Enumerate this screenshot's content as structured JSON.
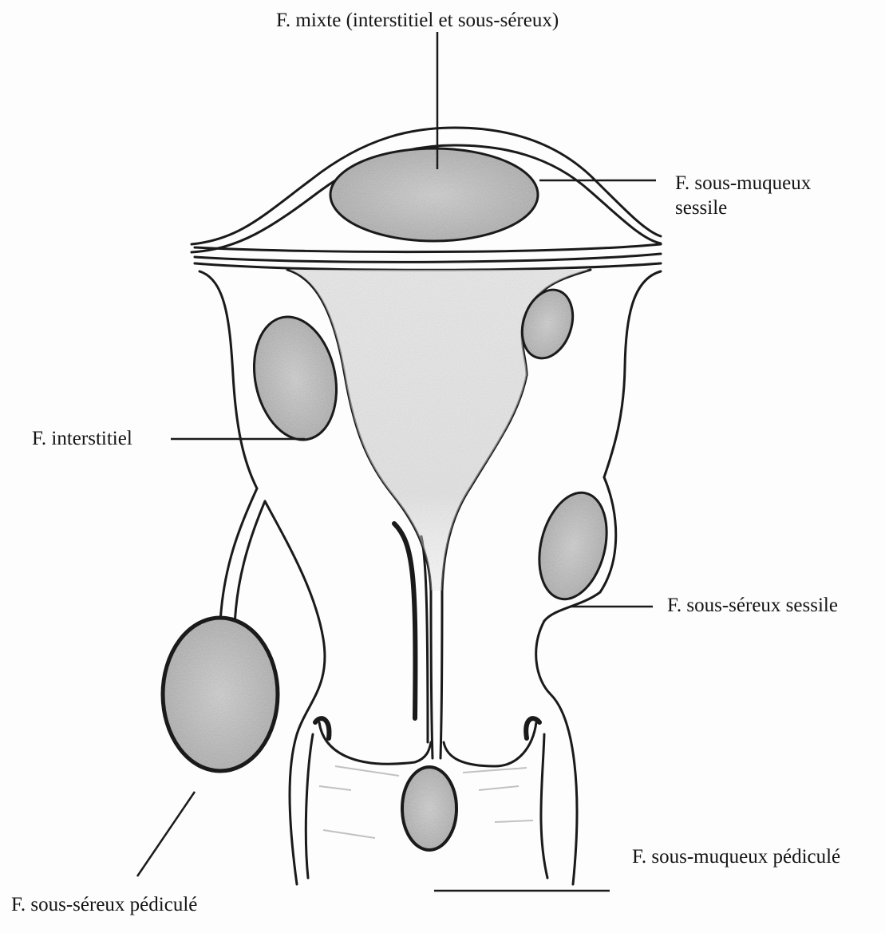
{
  "labels": {
    "mixte": "F. mixte (interstitiel et sous-séreux)",
    "sous_muqueux_sessile_line1": "F. sous-muqueux",
    "sous_muqueux_sessile_line2": "sessile",
    "interstitiel": "F. interstitiel",
    "sous_sereux_sessile": "F. sous-séreux sessile",
    "sous_muqueux_pedicule": "F. sous-muqueux pédiculé",
    "sous_sereux_pedicule": "F. sous-séreux pédiculé"
  },
  "colors": {
    "ink": "#1a1a1a",
    "fibroid_fill": "#b9b9b9",
    "cavity_stipple": "#c9c9c9",
    "background": "#fdfdfd"
  }
}
